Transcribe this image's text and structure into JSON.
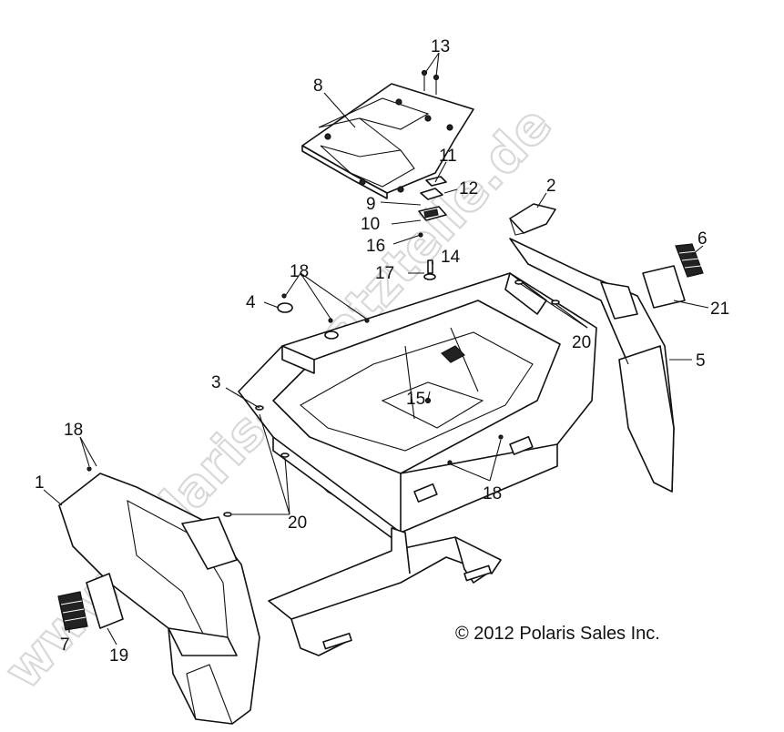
{
  "watermark": "www.polaris-ersatzteile.de",
  "copyright": "© 2012 Polaris Sales Inc.",
  "callouts": {
    "c1": "1",
    "c2": "2",
    "c3": "3",
    "c4": "4",
    "c5": "5",
    "c6": "6",
    "c7": "7",
    "c8": "8",
    "c9": "9",
    "c10": "10",
    "c11": "11",
    "c12": "12",
    "c13": "13",
    "c14": "14",
    "c15": "15",
    "c16": "16",
    "c17": "17",
    "c18a": "18",
    "c18b": "18",
    "c18c": "18",
    "c19": "19",
    "c20a": "20",
    "c20b": "20",
    "c21": "21"
  },
  "colors": {
    "line": "#111111",
    "watermark": "#d8d8d8",
    "background": "#ffffff"
  }
}
